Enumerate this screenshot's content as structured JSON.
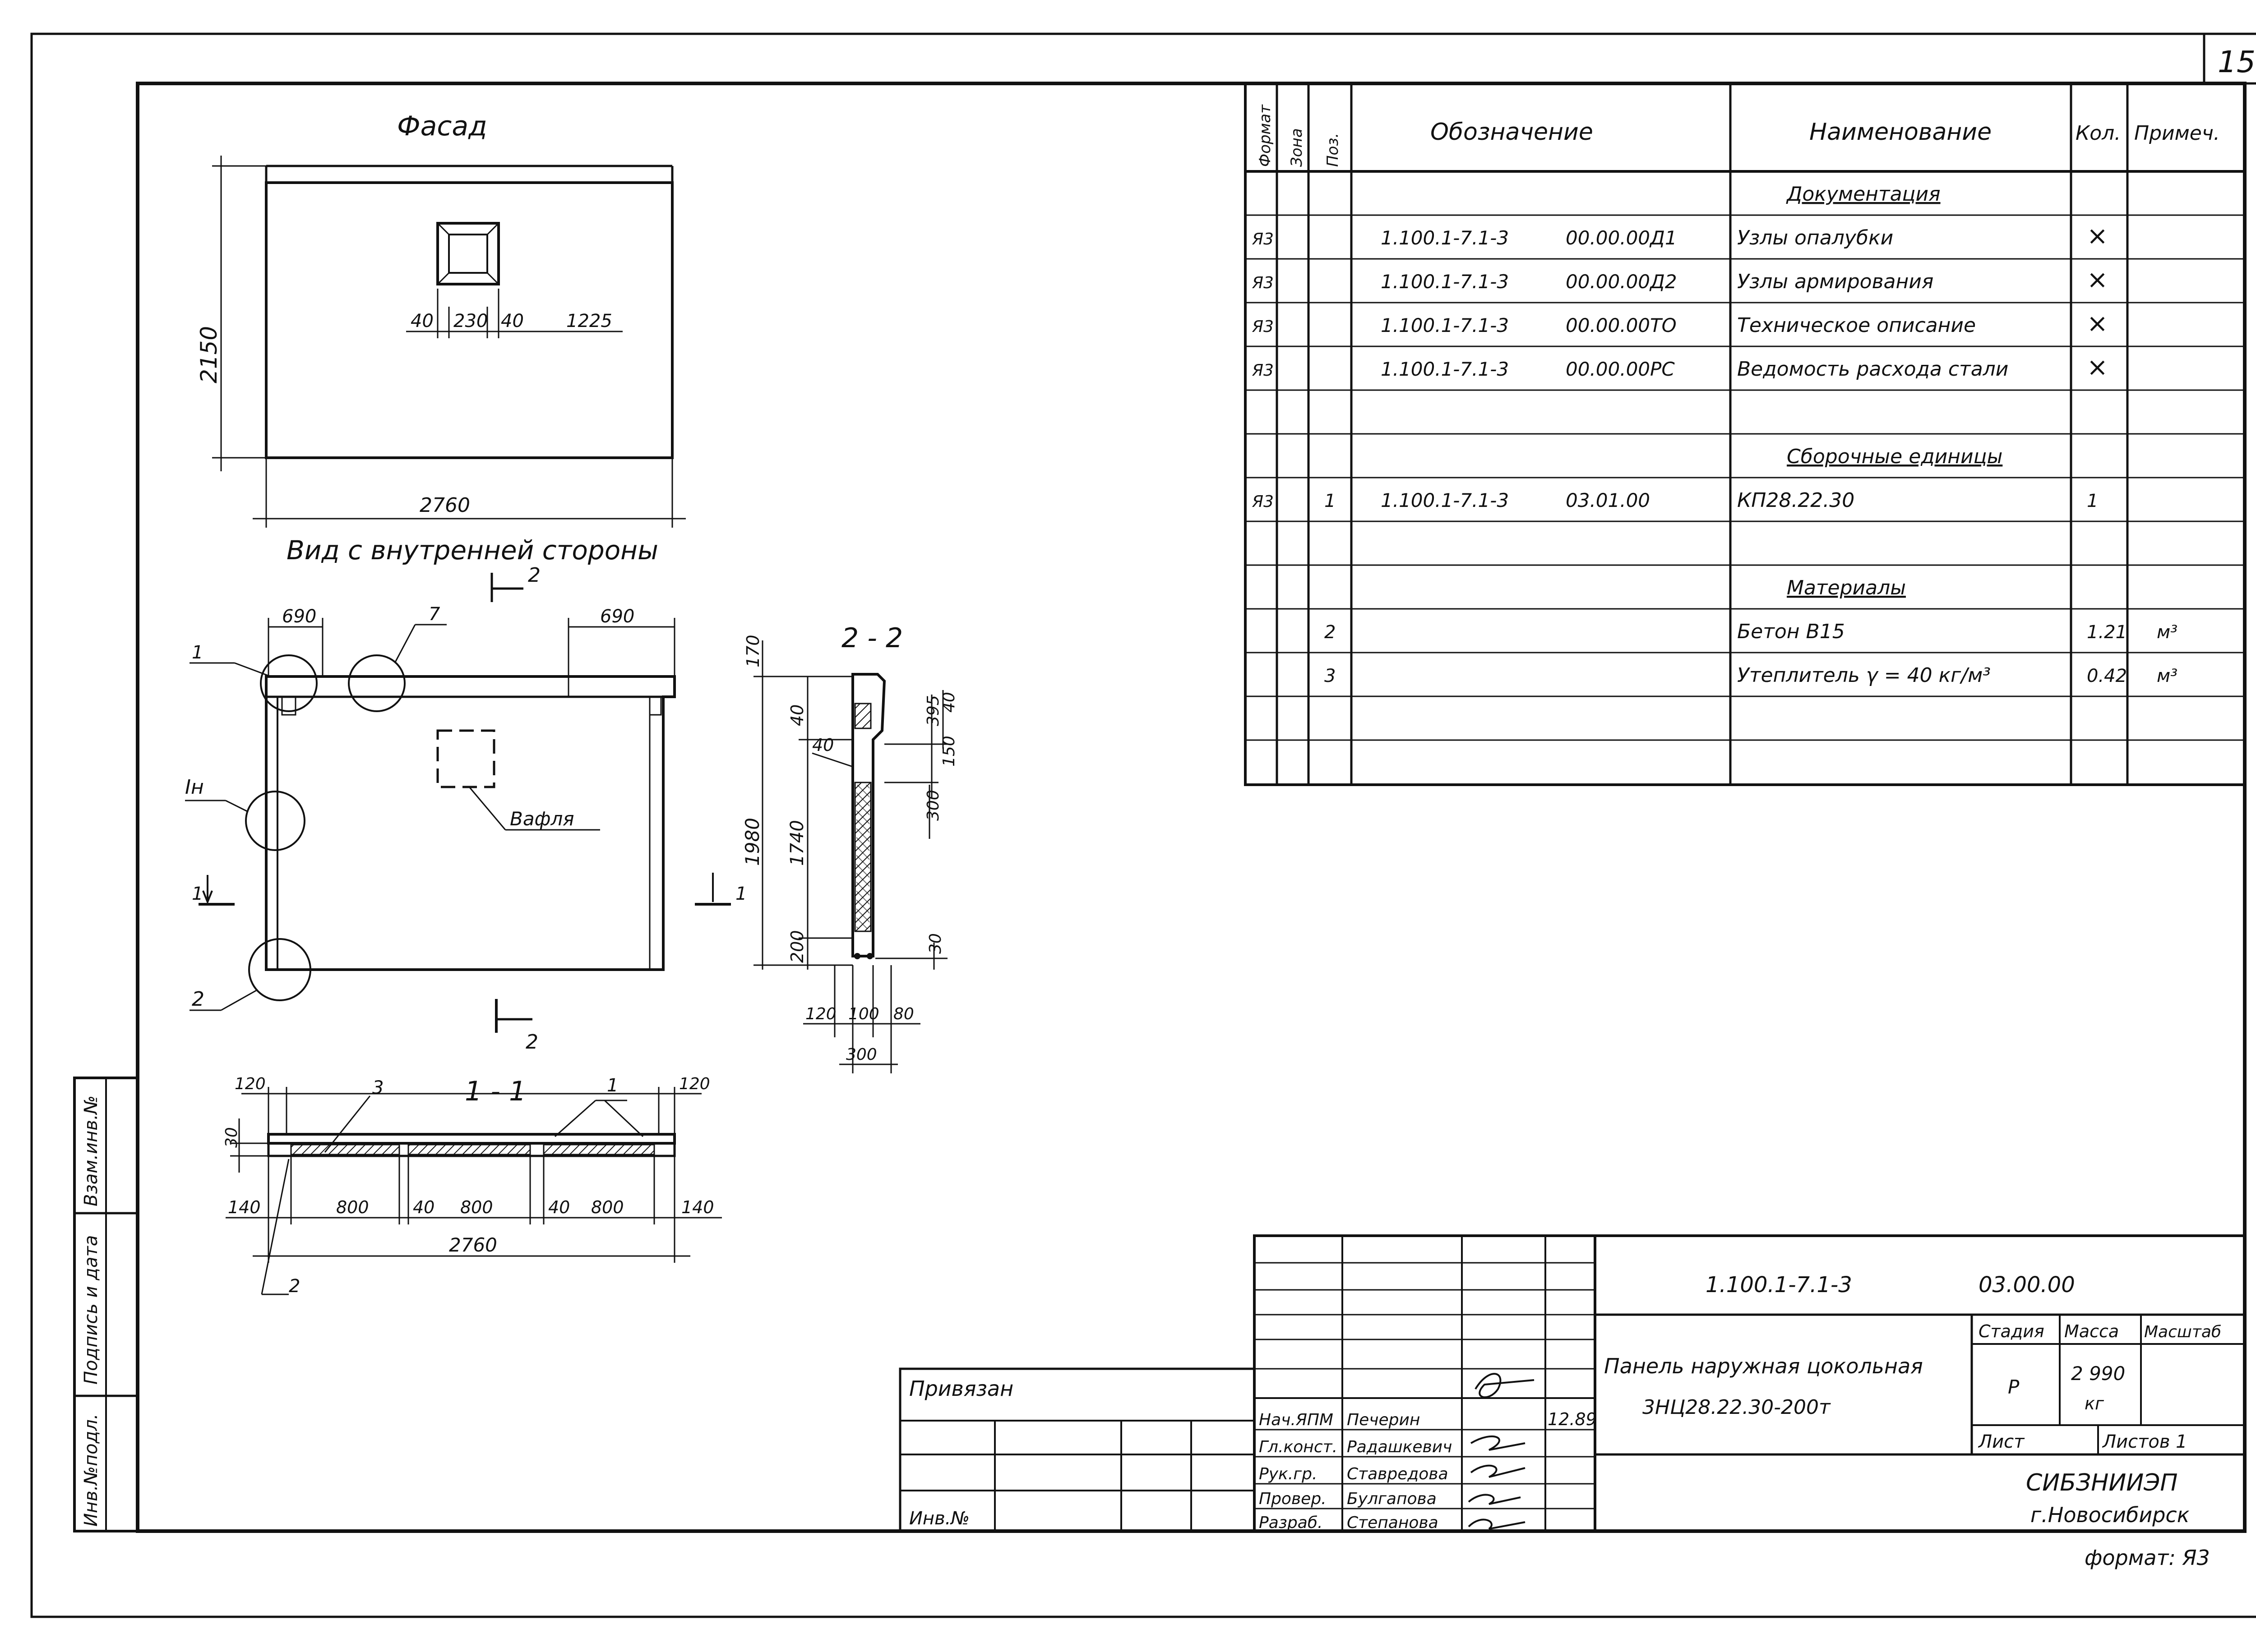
{
  "sheet": {
    "page_number": "15",
    "format_note": "формат: Я3"
  },
  "facade": {
    "title": "Фасад",
    "dims": {
      "height": "2150",
      "width": "2760",
      "d40a": "40",
      "d230": "230",
      "d40b": "40",
      "d1225": "1225"
    }
  },
  "inner_view": {
    "title": "Вид с внутренней стороны",
    "section_mark": "2",
    "dims": {
      "left": "690",
      "right": "690"
    },
    "leaders": {
      "l1": "1",
      "l7": "7",
      "lIn": "Iн",
      "l2": "2"
    },
    "waffle_label": "Вафля",
    "cut1_left": "1",
    "cut1_right": "1",
    "cut2_top": "2",
    "cut2_bottom": "2"
  },
  "section22": {
    "title": "2 - 2",
    "dims": {
      "d170": "170",
      "d40a": "40",
      "d40b": "40",
      "d1740": "1740",
      "d1980": "1980",
      "d200": "200",
      "d395": "395",
      "d40c": "40",
      "d150": "150",
      "d300v": "300",
      "d30": "30",
      "d120": "120",
      "d100": "100",
      "d80": "80",
      "d300": "300"
    }
  },
  "section11": {
    "title": "1 - 1",
    "dims": {
      "d120l": "120",
      "d30": "30",
      "d140l": "140",
      "d800a": "800",
      "d40a": "40",
      "d800b": "800",
      "d40b": "40",
      "d800c": "800",
      "d140r": "140",
      "d120r": "120",
      "d2760": "2760"
    },
    "leaders": {
      "l3": "3",
      "l1": "1",
      "l2": "2"
    }
  },
  "spec_table": {
    "headers": {
      "format": "Формат",
      "zone": "Зона",
      "pos": "Поз.",
      "designation": "Обозначение",
      "name": "Наименование",
      "qty": "Кол.",
      "note": "Примеч."
    },
    "rows": [
      {
        "format": "",
        "pos": "",
        "des1": "",
        "des2": "",
        "name": "Документация",
        "qty": "",
        "note": "",
        "heading": true
      },
      {
        "format": "Я3",
        "pos": "",
        "des1": "1.100.1-7.1-3",
        "des2": "00.00.00Д1",
        "name": "Узлы опалубки",
        "qty": "×",
        "note": ""
      },
      {
        "format": "Я3",
        "pos": "",
        "des1": "1.100.1-7.1-3",
        "des2": "00.00.00Д2",
        "name": "Узлы армирования",
        "qty": "×",
        "note": ""
      },
      {
        "format": "Я3",
        "pos": "",
        "des1": "1.100.1-7.1-3",
        "des2": "00.00.00ТО",
        "name": "Техническое описание",
        "qty": "×",
        "note": ""
      },
      {
        "format": "Я3",
        "pos": "",
        "des1": "1.100.1-7.1-3",
        "des2": "00.00.00РС",
        "name": "Ведомость расхода стали",
        "qty": "×",
        "note": ""
      },
      {
        "format": "",
        "pos": "",
        "des1": "",
        "des2": "",
        "name": "",
        "qty": "",
        "note": ""
      },
      {
        "format": "",
        "pos": "",
        "des1": "",
        "des2": "",
        "name": "Сборочные единицы",
        "qty": "",
        "note": "",
        "heading": true
      },
      {
        "format": "Я3",
        "pos": "1",
        "des1": "1.100.1-7.1-3",
        "des2": "03.01.00",
        "name": "КП28.22.30",
        "qty": "1",
        "note": ""
      },
      {
        "format": "",
        "pos": "",
        "des1": "",
        "des2": "",
        "name": "",
        "qty": "",
        "note": ""
      },
      {
        "format": "",
        "pos": "",
        "des1": "",
        "des2": "",
        "name": "Материалы",
        "qty": "",
        "note": "",
        "heading": true
      },
      {
        "format": "",
        "pos": "2",
        "des1": "",
        "des2": "",
        "name": "Бетон В15",
        "qty": "1.21",
        "note": "м³"
      },
      {
        "format": "",
        "pos": "3",
        "des1": "",
        "des2": "",
        "name": "Утеплитель γ = 40 кг/м³",
        "qty": "0.42",
        "note": "м³"
      },
      {
        "format": "",
        "pos": "",
        "des1": "",
        "des2": "",
        "name": "",
        "qty": "",
        "note": ""
      },
      {
        "format": "",
        "pos": "",
        "des1": "",
        "des2": "",
        "name": "",
        "qty": "",
        "note": ""
      }
    ]
  },
  "side_stamp": {
    "c1": "Взам.инв.№",
    "c2": "Подпись и дата",
    "c3": "Инв.№подл."
  },
  "attach": {
    "label": "Привязан",
    "inv": "Инв.№"
  },
  "title_block": {
    "code1": "1.100.1-7.1-3",
    "code2": "03.00.00",
    "name_line1": "Панель наружная цокольная",
    "name_line2": "3НЦ28.22.30-200т",
    "stage_h": "Стадия",
    "mass_h": "Масса",
    "scale_h": "Масштаб",
    "stage": "Р",
    "mass": "2 990",
    "mass_unit": "кг",
    "sheet_h": "Лист",
    "sheets_h": "Листов 1",
    "org1": "СИБЗНИИЭП",
    "org2": "г.Новосибирск",
    "date": "12.89",
    "people": [
      {
        "role": "Нач.ЯПМ",
        "name": "Печерин"
      },
      {
        "role": "Гл.конст.",
        "name": "Радашкевич"
      },
      {
        "role": "Рук.гр.",
        "name": "Ставредова"
      },
      {
        "role": "Провер.",
        "name": "Булгапова"
      },
      {
        "role": "Разраб.",
        "name": "Степанова"
      }
    ]
  }
}
